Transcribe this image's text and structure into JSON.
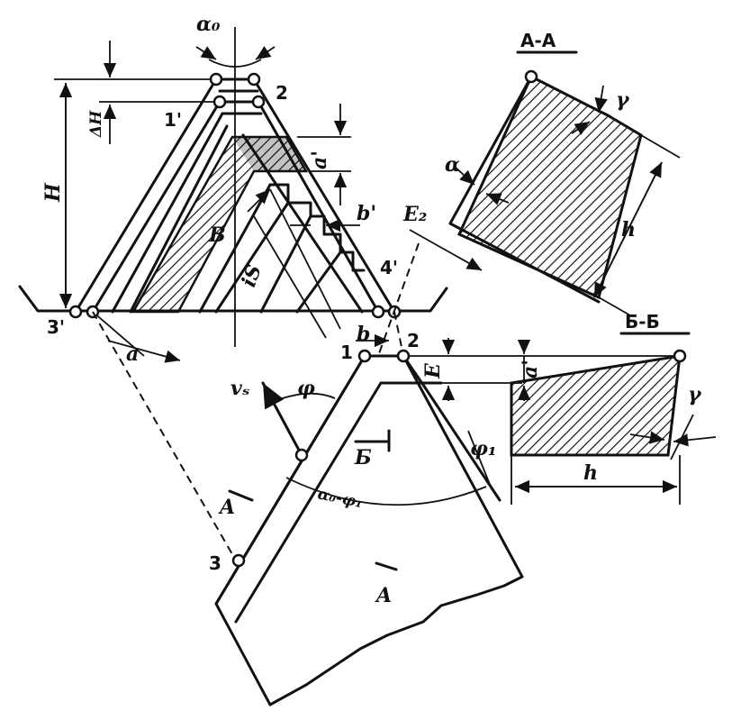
{
  "labels": {
    "alpha0": "α₀",
    "dH": "ΔH",
    "H": "H",
    "pt1p": "1'",
    "pt2": "2",
    "pt3p": "3'",
    "pt4p": "4'",
    "pt1": "1",
    "pt2b": "2",
    "pt3": "3",
    "aPrime": "a'",
    "bPrime": "b'",
    "B": "B",
    "iS": "iS",
    "a": "a",
    "b": "b",
    "E2": "E₂",
    "E": "E",
    "vs": "vₛ",
    "phi": "φ",
    "phi1": "φ₁",
    "alphaDiff": "α₀-φ₁",
    "arrowB": "Б",
    "arrowA1": "A",
    "arrowA2": "A",
    "secAA": "A-A",
    "secBB": "Б-Б",
    "alpha": "α",
    "gamma": "γ",
    "gamma2": "γ",
    "h": "h",
    "h2": "h",
    "aPrime2": "a'"
  },
  "colors": {
    "ink": "#111111",
    "paper": "#ffffff"
  }
}
